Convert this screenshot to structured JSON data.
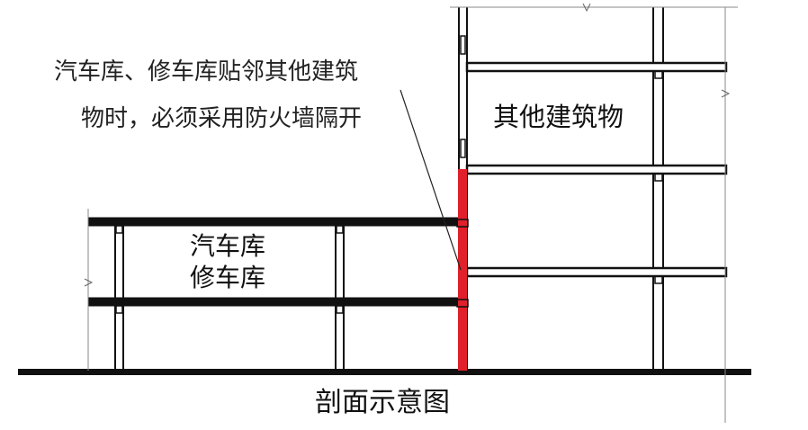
{
  "annotation": {
    "line1": "汽车库、修车库贴邻其他建筑",
    "line2": "物时，必须采用防火墙隔开"
  },
  "labels": {
    "other_building": "其他建筑物",
    "garage_line1": "汽车库",
    "garage_line2": "修车库",
    "caption": "剖面示意图"
  },
  "colors": {
    "firewall": "#e0202a",
    "structure": "#111111",
    "background": "#ffffff"
  }
}
